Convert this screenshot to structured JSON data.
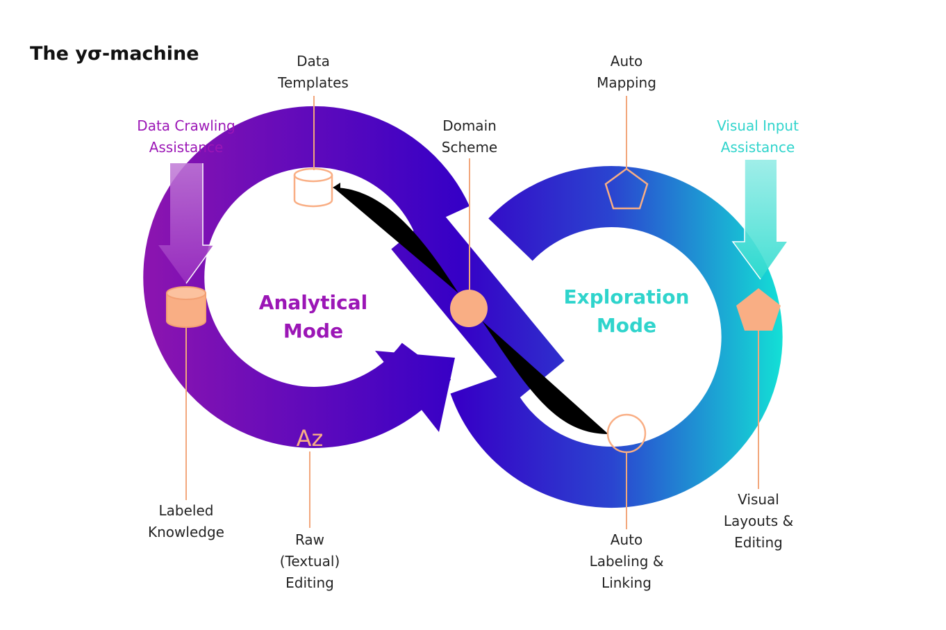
{
  "title": "The yσ-machine",
  "colors": {
    "purple": "#8a12b4",
    "violet": "#3a00c8",
    "blue": "#2a3bd0",
    "cyan": "#13e6d6",
    "accent": "#f9ae84",
    "analytical_text": "#9b16b6",
    "exploration_text": "#2fd4cc"
  },
  "modes": {
    "analytical": [
      "Analytical",
      "Mode"
    ],
    "exploration": [
      "Exploration",
      "Mode"
    ]
  },
  "inputs": {
    "data_crawling": [
      "Data Crawling",
      "Assistance"
    ],
    "visual_input": [
      "Visual Input",
      "Assistance"
    ]
  },
  "labels": {
    "data_templates": [
      "Data",
      "Templates"
    ],
    "domain_scheme": [
      "Domain",
      "Scheme"
    ],
    "auto_mapping": [
      "Auto",
      "Mapping"
    ],
    "labeled_knowledge": [
      "Labeled",
      "Knowledge"
    ],
    "raw_editing": [
      "Raw",
      "(Textual)",
      "Editing"
    ],
    "auto_labeling": [
      "Auto",
      "Labeling &",
      "Linking"
    ],
    "visual_layouts": [
      "Visual",
      "Layouts &",
      "Editing"
    ]
  },
  "glyphs": {
    "az": "Az"
  },
  "icons": {
    "labeled_knowledge": "database-cylinder-icon",
    "data_templates": "database-cylinder-outline-icon",
    "domain_scheme": "circle-icon",
    "auto_mapping": "pentagon-outline-icon",
    "visual_layouts": "pentagon-icon",
    "auto_labeling": "circle-outline-icon",
    "raw_editing": "az-text-icon"
  }
}
